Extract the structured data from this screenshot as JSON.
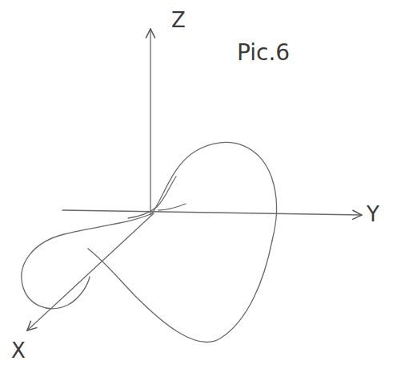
{
  "diagram": {
    "labels": [
      "Z",
      "Pic.6",
      "Y",
      "X"
    ]
  }
}
